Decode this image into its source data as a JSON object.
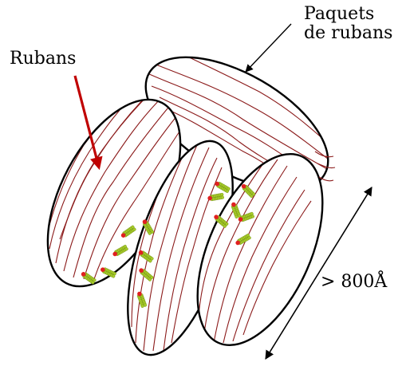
{
  "labels": {
    "bundles_line1": "Paquets",
    "bundles_line2": "de rubans",
    "ribbons": "Rubans",
    "dimension": "> 800Å"
  },
  "colors": {
    "fiber": "#8b1a1a",
    "outline": "#000000",
    "ribbon_arrow": "#c00000",
    "molecule_body": "#a8cc2a",
    "molecule_cap": "#e02020"
  }
}
